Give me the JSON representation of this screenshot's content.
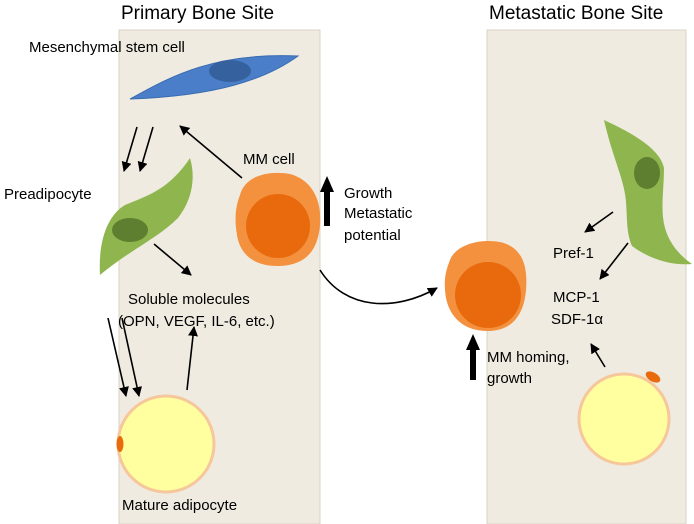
{
  "titles": {
    "primary": "Primary Bone Site",
    "metastatic": "Metastatic Bone Site"
  },
  "labels": {
    "msc": "Mesenchymal stem cell",
    "preadipocyte": "Preadipocyte",
    "mm_cell": "MM cell",
    "growth_line1": "Growth",
    "growth_line2": "Metastatic",
    "growth_line3": "potential",
    "soluble_line1": "Soluble molecules",
    "soluble_line2": "(OPN, VEGF, IL-6, etc.)",
    "mature_adipocyte": "Mature adipocyte",
    "pref1": "Pref-1",
    "mcp1": "MCP-1",
    "sdf1a": "SDF-1α",
    "homing_line1": "MM homing,",
    "homing_line2": "growth"
  },
  "colors": {
    "bone_bg": "#efebe1",
    "bone_border": "#d9d3c2",
    "msc_cell": "#4a7ec8",
    "msc_nucleus": "#35619f",
    "preadipocyte": "#8fb64e",
    "preadipocyte_nucleus": "#5d7f2f",
    "mm_outer": "#f4913e",
    "mm_inner": "#e86a0c",
    "adipocyte_fill": "#ffffa0",
    "adipocyte_ring": "#f6c79a",
    "adipocyte_nucleus": "#e86a0c"
  }
}
